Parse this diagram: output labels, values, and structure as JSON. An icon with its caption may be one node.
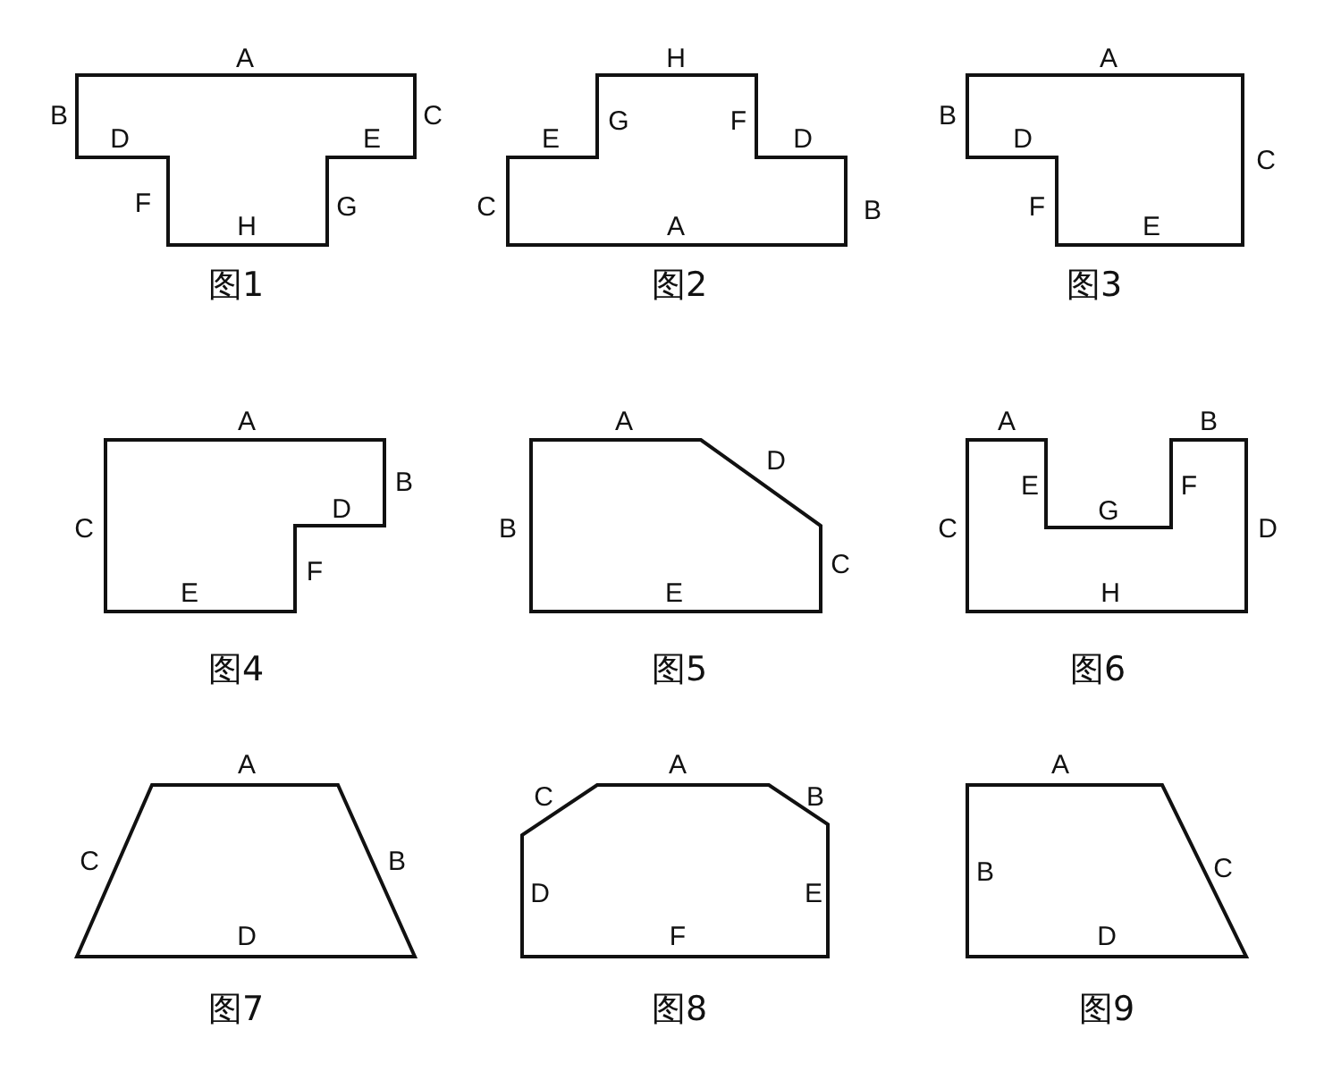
{
  "diagram": {
    "labels": [
      "A",
      "B",
      "C",
      "D",
      "E",
      "F",
      "G",
      "H",
      "图1",
      "H",
      "E",
      "G",
      "F",
      "D",
      "C",
      "A",
      "B",
      "图2",
      "A",
      "B",
      "D",
      "C",
      "F",
      "E",
      "图3",
      "A",
      "C",
      "B",
      "D",
      "F",
      "E",
      "图4",
      "A",
      "D",
      "B",
      "C",
      "E",
      "图5",
      "A",
      "B",
      "E",
      "F",
      "G",
      "C",
      "D",
      "H",
      "图6",
      "A",
      "C",
      "B",
      "D",
      "图7",
      "C",
      "A",
      "B",
      "D",
      "E",
      "F",
      "图8",
      "A",
      "B",
      "C",
      "D",
      "图9"
    ]
  }
}
